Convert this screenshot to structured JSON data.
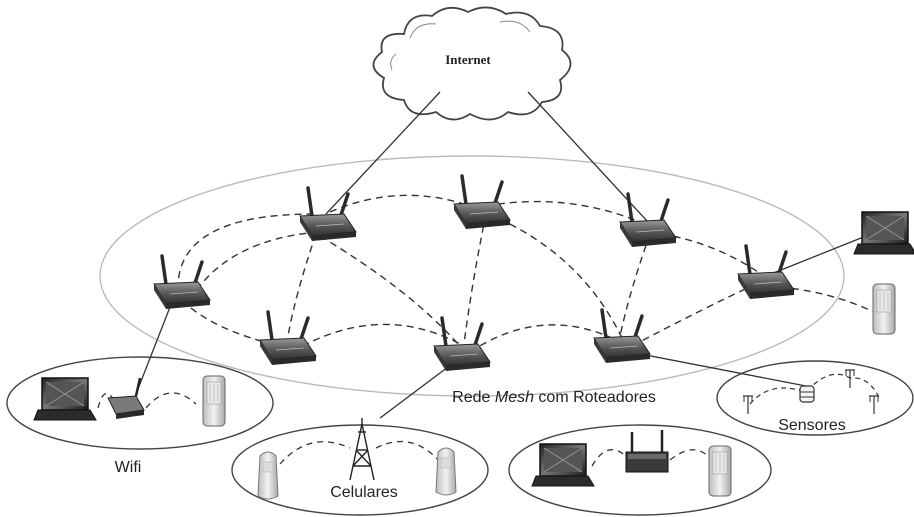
{
  "cloud": {
    "label": "Internet"
  },
  "mesh": {
    "label_prefix": "Rede ",
    "label_italic": "Mesh",
    "label_suffix": " com Roteadores"
  },
  "clusters": {
    "wifi": {
      "label": "Wifi"
    },
    "cellular": {
      "label": "Celulares"
    },
    "sensors": {
      "label": "Sensores"
    }
  },
  "colors": {
    "line": "#333333",
    "ellipse": "#bbbbbb",
    "router_dark": "#4a4a4a",
    "router_mid": "#8a8a8a"
  }
}
